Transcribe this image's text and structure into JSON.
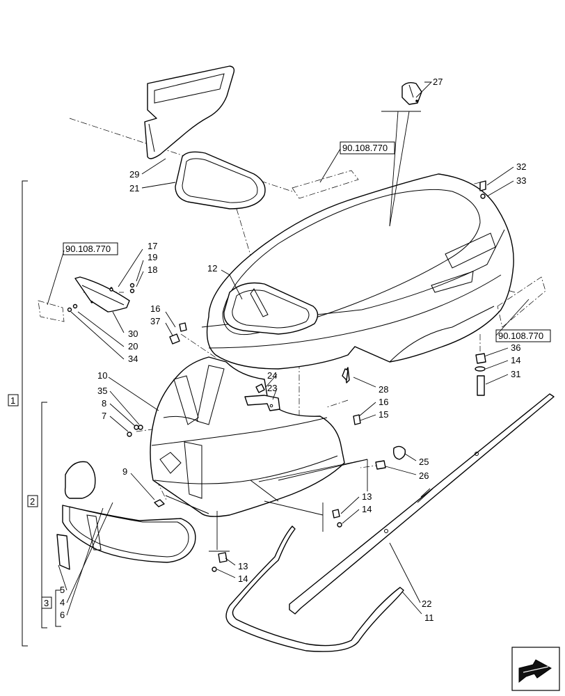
{
  "references": {
    "ref_top": "90.108.770",
    "ref_left": "90.108.770",
    "ref_right": "90.108.770"
  },
  "callouts": {
    "c1": "1",
    "c2": "2",
    "c3": "3",
    "c4": "4",
    "c5": "5",
    "c6": "6",
    "c7": "7",
    "c8": "8",
    "c9": "9",
    "c10": "10",
    "c11": "11",
    "c12": "12",
    "c13a": "13",
    "c13b": "13",
    "c14a": "14",
    "c14b": "14",
    "c14c": "14",
    "c15": "15",
    "c16a": "16",
    "c16b": "16",
    "c17": "17",
    "c18": "18",
    "c19": "19",
    "c20": "20",
    "c21": "21",
    "c22": "22",
    "c23": "23",
    "c24": "24",
    "c25": "25",
    "c26": "26",
    "c27": "27",
    "c28": "28",
    "c29": "29",
    "c30": "30",
    "c31": "31",
    "c32": "32",
    "c33": "33",
    "c34": "34",
    "c35": "35",
    "c36": "36",
    "c37": "37"
  },
  "icons": {
    "nav": "arrow-icon"
  }
}
